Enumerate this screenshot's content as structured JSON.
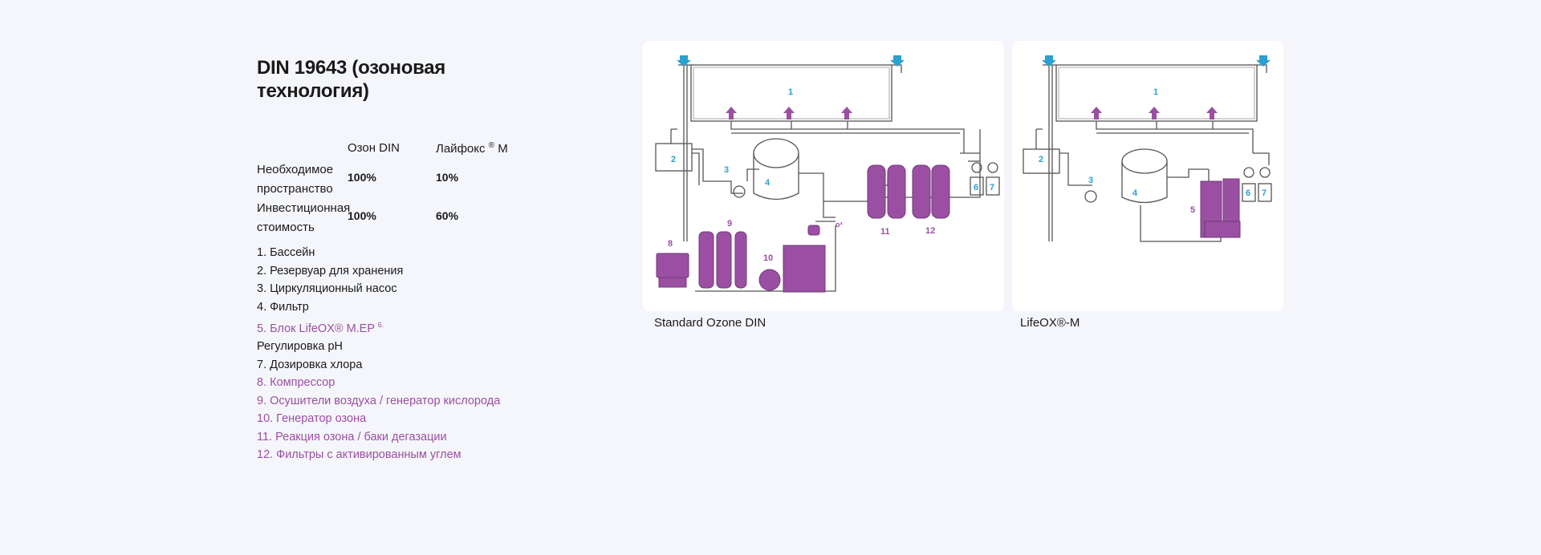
{
  "title": "DIN 19643 (озоновая технология)",
  "comparison": {
    "col1": "Озон DIN",
    "col2_main": "Лайфокс",
    "col2_sup": "®",
    "col2_tail": " M",
    "rows": [
      {
        "label": "Необходимое пространство",
        "v1": "100%",
        "v2": "10%"
      },
      {
        "label": "Инвестиционная стоимость",
        "v1": "100%",
        "v2": "60%"
      }
    ]
  },
  "legend": [
    {
      "text": "1. Бассейн",
      "highlight": false
    },
    {
      "text": "2. Резервуар для хранения",
      "highlight": false
    },
    {
      "text": "3. Циркуляционный насос",
      "highlight": false
    },
    {
      "text": "4. Фильтр",
      "highlight": false
    },
    {
      "text": "5. Блок LifeOX® M.EP",
      "sup": "6.",
      "highlight": true
    },
    {
      "text": "Регулировка pH",
      "highlight": false
    },
    {
      "text": "7. Дозировка хлора",
      "highlight": false
    },
    {
      "text": "8. Компрессор",
      "highlight": true
    },
    {
      "text": "9. Осушители воздуха / генератор кислорода",
      "highlight": true
    },
    {
      "text": "10. Генератор озона",
      "highlight": true
    },
    {
      "text": "11. Реакция озона / баки дегазации",
      "highlight": true
    },
    {
      "text": "12. Фильтры с активированным углем",
      "highlight": true
    }
  ],
  "diagrams": {
    "din": {
      "caption": "Standard Ozone DIN",
      "labels": {
        "n1": "1",
        "n2": "2",
        "n3": "3",
        "n4": "4",
        "n6": "6",
        "n7": "7",
        "n8": "8",
        "n9": "9",
        "n10": "10",
        "n11": "11",
        "n12": "12",
        "o3": "o³"
      }
    },
    "lifeox": {
      "caption": "LifeOX®-M",
      "labels": {
        "n1": "1",
        "n2": "2",
        "n3": "3",
        "n4": "4",
        "n5": "5",
        "n6": "6",
        "n7": "7"
      }
    }
  },
  "colors": {
    "purple": "#9b4fa3",
    "blue": "#2a9fd0",
    "pipe": "#555555"
  }
}
